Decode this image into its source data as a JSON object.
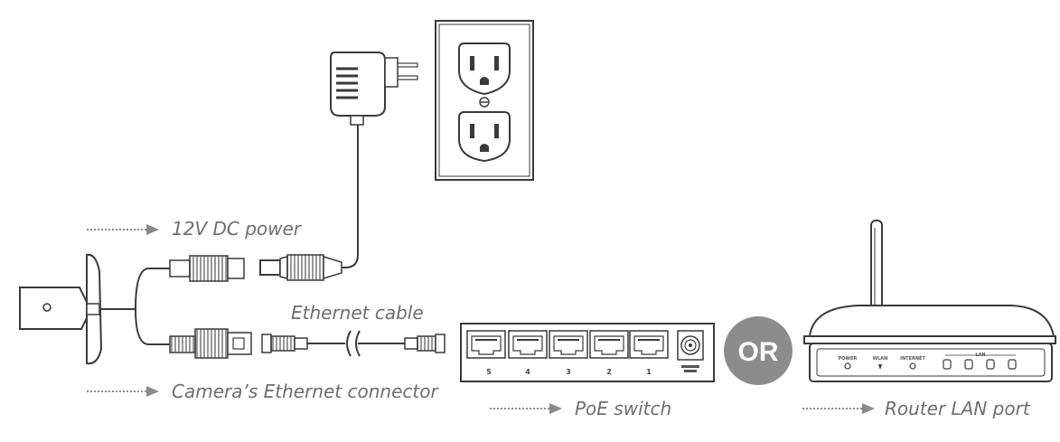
{
  "labels": {
    "dc_power": "12V DC power",
    "ethernet_cable": "Ethernet cable",
    "camera_connector": "Camera’s Ethernet connector",
    "poe_switch": "PoE switch",
    "router_lan": "Router LAN port",
    "or": "OR"
  },
  "switch_ports": [
    "5",
    "4",
    "3",
    "2",
    "1"
  ],
  "router_panel": {
    "power": "POWER",
    "wlan": "WLAN",
    "internet": "INTERNET",
    "lan": "LAN"
  },
  "colors": {
    "line": "#3a3a3a",
    "label_text": "#6e6e6e",
    "arrow": "#8a8a8a",
    "or_badge": "#8c8c8c"
  }
}
